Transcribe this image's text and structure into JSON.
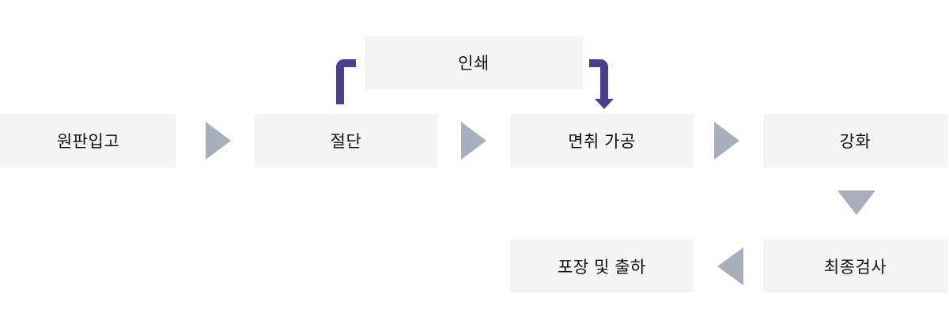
{
  "diagram": {
    "title": "manufacturing-process-flow",
    "colors": {
      "background": "#ffffff",
      "box_fill": "#f4f4f4",
      "text": "#111111",
      "arrow_gray": "#a7afbc",
      "branch_purple": "#4a3e8e"
    },
    "branch_step": {
      "label": "인쇄"
    },
    "main_row": [
      {
        "label": "원판입고"
      },
      {
        "label": "절단"
      },
      {
        "label": "면취 가공"
      },
      {
        "label": "강화"
      }
    ],
    "bottom_row": [
      {
        "label": "포장 및 출하"
      },
      {
        "label": "최종검사"
      }
    ],
    "icons": [
      {
        "name": "arrow-right-icon",
        "shape": "right-pointing-triangle"
      },
      {
        "name": "arrow-down-icon",
        "shape": "down-pointing-triangle"
      },
      {
        "name": "arrow-left-icon",
        "shape": "left-pointing-triangle"
      },
      {
        "name": "branch-elbow-up-icon",
        "shape": "purple-elbow-no-arrowhead"
      },
      {
        "name": "branch-elbow-down-arrow-icon",
        "shape": "purple-elbow-with-arrowhead"
      }
    ],
    "flow_order": "원판입고 → 절단 → (인쇄) → 면취 가공 → 강화 → 최종검사 → 포장 및 출하"
  }
}
